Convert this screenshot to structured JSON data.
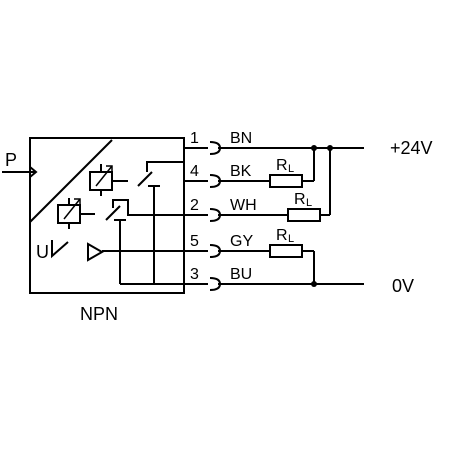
{
  "diagram": {
    "input_label": "P",
    "output_type_label": "NPN",
    "u_label": "U",
    "supply": {
      "positive": "+24V",
      "negative": "0V"
    },
    "pins": [
      {
        "number": "1",
        "color_code": "BN"
      },
      {
        "number": "4",
        "color_code": "BK"
      },
      {
        "number": "2",
        "color_code": "WH"
      },
      {
        "number": "5",
        "color_code": "GY"
      },
      {
        "number": "3",
        "color_code": "BU"
      }
    ],
    "load_resistor": {
      "main": "R",
      "sub": "L"
    }
  }
}
